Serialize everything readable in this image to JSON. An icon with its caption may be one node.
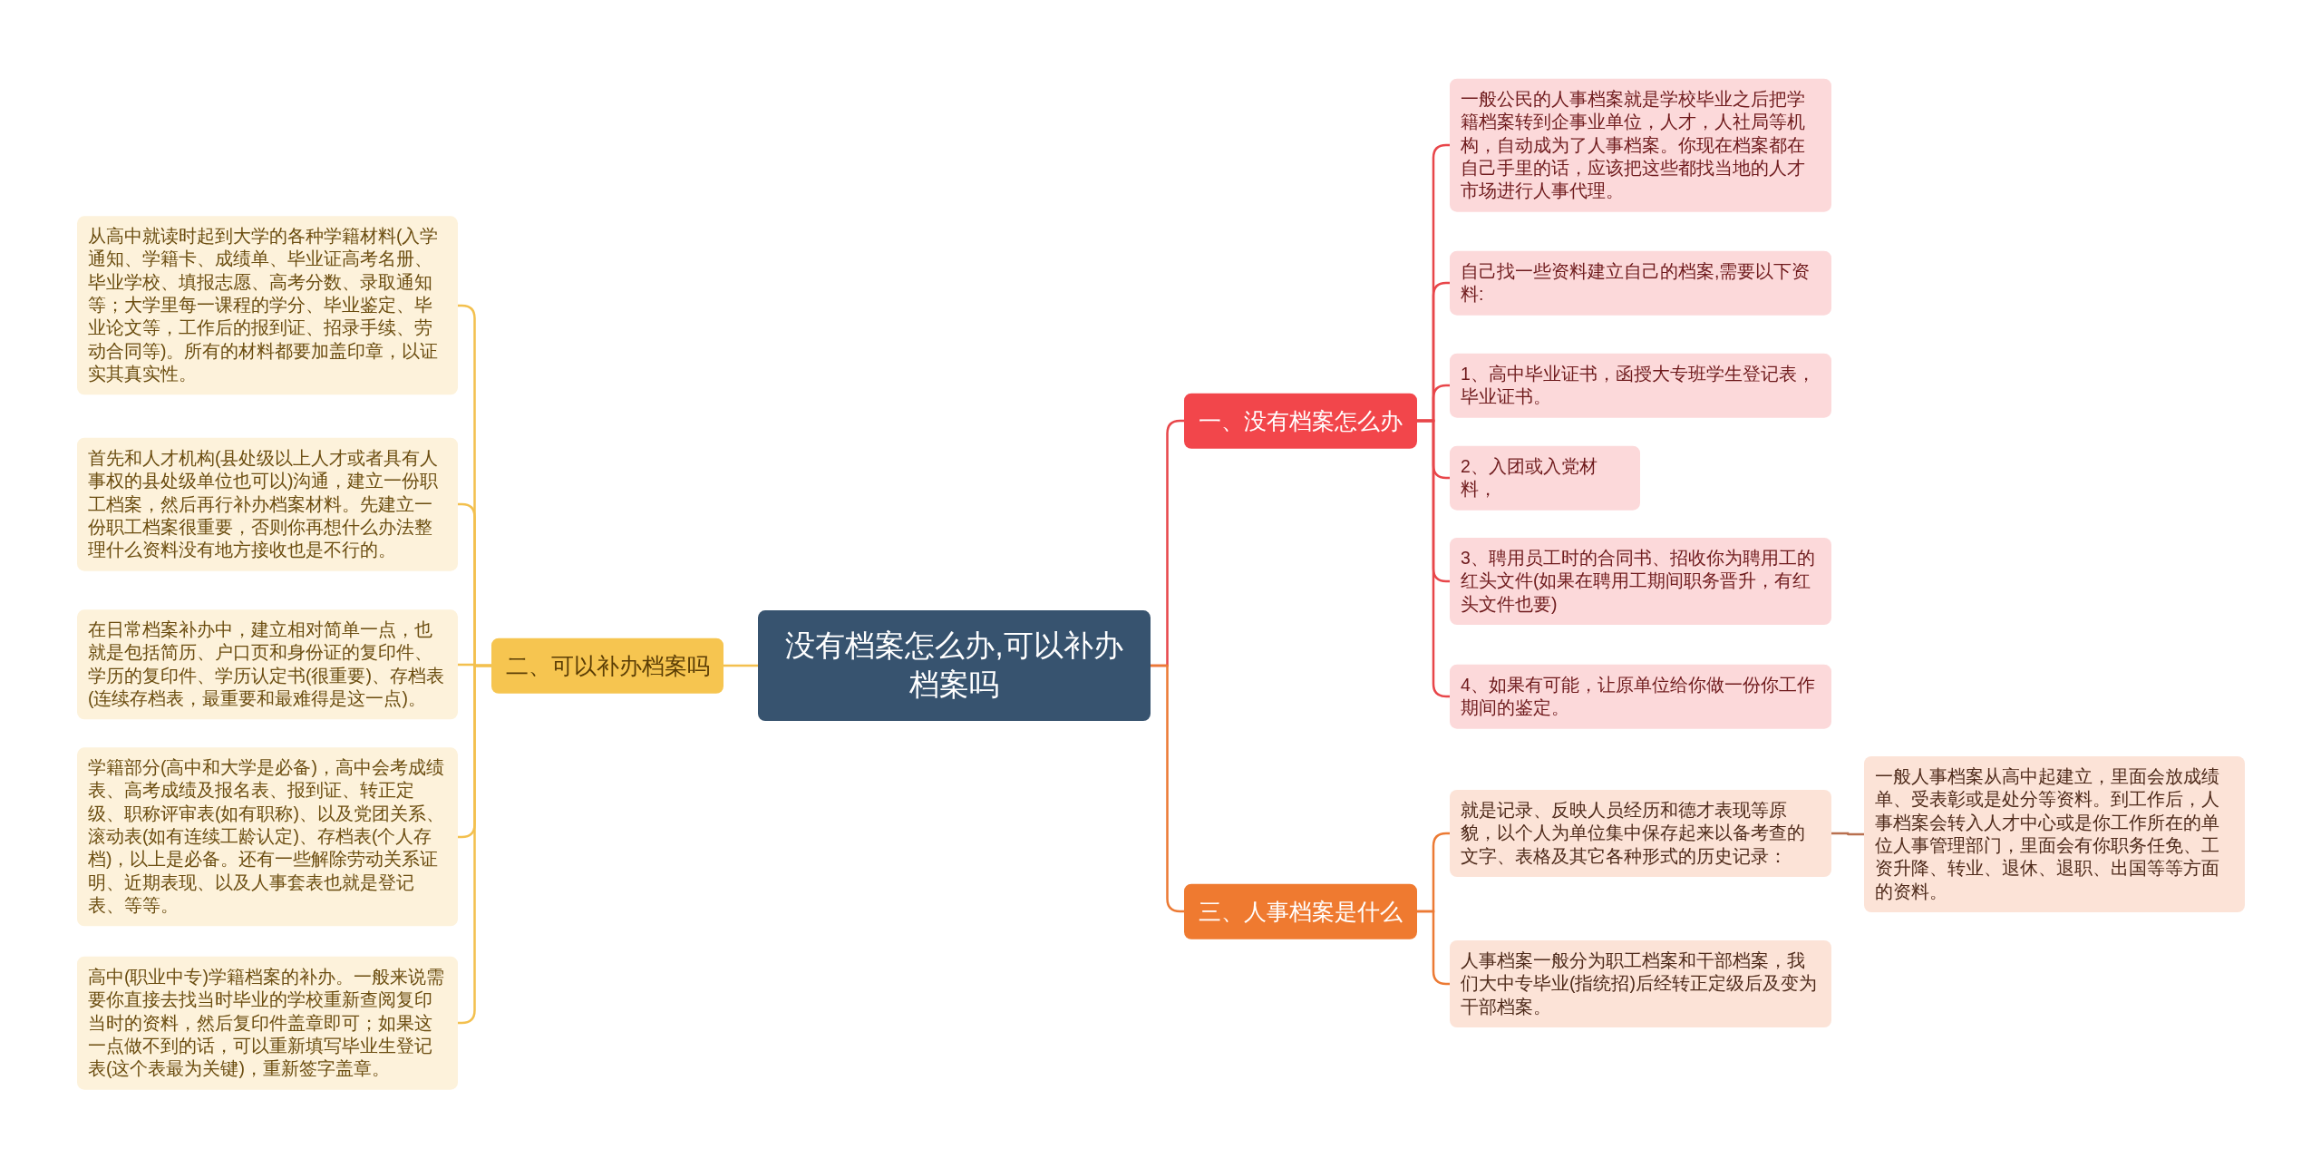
{
  "diagram": {
    "nodes": [
      {
        "text": [
          "没有档案怎么办,可以补办档案吗"
        ]
      },
      {
        "text": [
          "一、没有档案怎么办"
        ]
      },
      {
        "text": [
          "一般公民的人事档案就是学校毕业之后把学籍档案转到企事业单位，人才，人社局等机构，自动成为了人事档案。你现在档案都在自己手里的话，应该把这些都找当地的人才市场进行人事代理。"
        ]
      },
      {
        "text": [
          "自己找一些资料建立自己的档案,需要以下资料:"
        ]
      },
      {
        "text": [
          "1、高中毕业证书，函授大专班学生登记表，毕业证书。"
        ]
      },
      {
        "text": [
          "2、入团或入党材料，"
        ]
      },
      {
        "text": [
          "3、聘用员工时的合同书、招收你为聘用工的红头文件(如果在聘用工期间职务晋升，有红头文件也要)"
        ]
      },
      {
        "text": [
          "4、如果有可能，让原单位给你做一份你工作期间的鉴定。"
        ]
      },
      {
        "text": [
          "三、人事档案是什么"
        ]
      },
      {
        "text": [
          "就是记录、反映人员经历和德才表现等原貌，以个人为单位集中保存起来以备考查的文字、表格及其它各种形式的历史记录："
        ]
      },
      {
        "text": [
          "一般人事档案从高中起建立，里面会放成绩单、受表彰或是处分等资料。到工作后，人事档案会转入人才中心或是你工作所在的单位人事管理部门，里面会有你职务任免、工资升降、转业、退休、退职、出国等等方面的资料。"
        ]
      },
      {
        "text": [
          "人事档案一般分为职工档案和干部档案，我们大中专毕业(指统招)后经转正定级后及变为干部档案。"
        ]
      },
      {
        "text": [
          "二、可以补办档案吗"
        ]
      },
      {
        "text": [
          "从高中就读时起到大学的各种学籍材料(入学通知、学籍卡、成绩单、毕业证高考名册、毕业学校、填报志愿、高考分数、录取通知等；大学里每一课程的学分、毕业鉴定、毕业论文等，工作后的报到证、招录手续、劳动合同等)。所有的材料都要加盖印章，以证实其真实性。"
        ]
      },
      {
        "text": [
          "首先和人才机构(县处级以上人才或者具有人事权的县处级单位也可以)沟通，建立一份职工档案，然后再行补办档案材料。先建立一份职工档案很重要，否则你再想什么办法整理什么资料没有地方接收也是不行的。"
        ]
      },
      {
        "text": [
          "在日常档案补办中，建立相对简单一点，也就是包括简历、户口页和身份证的复印件、学历的复印件、学历认定书(很重要)、存档表(连续存档表，最重要和最难得是这一点)。"
        ]
      },
      {
        "text": [
          "学籍部分(高中和大学是必备)，高中会考成绩表、高考成绩及报名表、报到证、转正定级、职称评审表(如有职称)、以及党团关系、滚动表(如有连续工龄认定)、存档表(个人存档)，以上是必备。还有一些解除劳动关系证明、近期表现、以及人事套表也就是登记表、等等。"
        ]
      },
      {
        "text": [
          "高中(职业中专)学籍档案的补办。一般来说需要你直接去找当时毕业的学校重新查阅复印当时的资料，然后复印件盖章即可；如果这一点做不到的话，可以重新填写毕业生登记表(这个表最为关键)，重新签字盖章。"
        ]
      }
    ],
    "edges": [
      {
        "from": 0,
        "to": 1,
        "arrow": "none",
        "color": "#e8464a"
      },
      {
        "from": 1,
        "to": 2,
        "arrow": "none",
        "color": "#e8464a"
      },
      {
        "from": 1,
        "to": 3,
        "arrow": "none",
        "color": "#e8464a"
      },
      {
        "from": 1,
        "to": 4,
        "arrow": "none",
        "color": "#e8464a"
      },
      {
        "from": 1,
        "to": 5,
        "arrow": "none",
        "color": "#e8464a"
      },
      {
        "from": 1,
        "to": 6,
        "arrow": "none",
        "color": "#e8464a"
      },
      {
        "from": 1,
        "to": 7,
        "arrow": "none",
        "color": "#e8464a"
      },
      {
        "from": 0,
        "to": 8,
        "arrow": "none",
        "color": "#ec7a34"
      },
      {
        "from": 8,
        "to": 9,
        "arrow": "none",
        "color": "#ec7a34"
      },
      {
        "from": 9,
        "to": 10,
        "arrow": "none",
        "color": "#b9704f"
      },
      {
        "from": 8,
        "to": 11,
        "arrow": "none",
        "color": "#ec7a34"
      },
      {
        "from": 0,
        "to": 12,
        "arrow": "none",
        "color": "#f3c04e"
      },
      {
        "from": 12,
        "to": 13,
        "arrow": "none",
        "color": "#f3c04e"
      },
      {
        "from": 12,
        "to": 14,
        "arrow": "none",
        "color": "#f3c04e"
      },
      {
        "from": 12,
        "to": 15,
        "arrow": "none",
        "color": "#f3c04e"
      },
      {
        "from": 12,
        "to": 16,
        "arrow": "none",
        "color": "#f3c04e"
      },
      {
        "from": 12,
        "to": 17,
        "arrow": "none",
        "color": "#f3c04e"
      }
    ]
  }
}
